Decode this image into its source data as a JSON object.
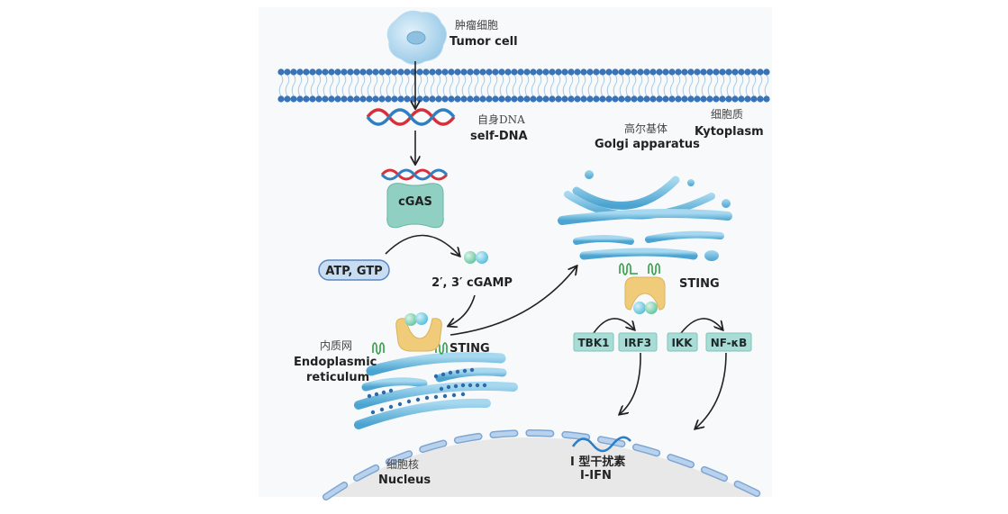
{
  "figure": {
    "title": "cGAS-STING signaling pathway",
    "labels": {
      "tumor_cell": {
        "cn": "肿瘤细胞",
        "en": "Tumor cell"
      },
      "self_dna": {
        "cn": "自身DNA",
        "en": "self-DNA"
      },
      "golgi": {
        "cn": "高尔基体",
        "en": "Golgi apparatus"
      },
      "cytoplasm": {
        "cn": "细胞质",
        "en": "Kytoplasm"
      },
      "er": {
        "cn": "内质网",
        "en_line1": "Endoplasmic",
        "en_line2": "reticulum"
      },
      "nucleus": {
        "cn": "细胞核",
        "en": "Nucleus"
      },
      "ifn": {
        "cn": "I 型干扰素",
        "en": "I-IFN"
      }
    },
    "molecules": {
      "cgas": "cGAS",
      "atp_gtp": "ATP, GTP",
      "cgamp": "2′, 3′ cGAMP",
      "sting_er": "STING",
      "sting_golgi": "STING"
    },
    "proteins": [
      "TBK1",
      "IRF3",
      "IKK",
      "NF-κB"
    ],
    "colors": {
      "membrane_head": "#3a74b8",
      "membrane_tail": "#a9cde6",
      "dna_red": "#d8303a",
      "dna_blue": "#2f7fc1",
      "cgas": "#8fd0c2",
      "sting": "#f0cc7a",
      "sting_anchor": "#2ea043",
      "organelle": "#5fb2d9",
      "protein_badge": "#a8dcd6",
      "nucleus_fill": "#e8e8e8",
      "nucleus_envelope": "#9cbde0",
      "ifn_wave": "#2a7fc7"
    }
  }
}
